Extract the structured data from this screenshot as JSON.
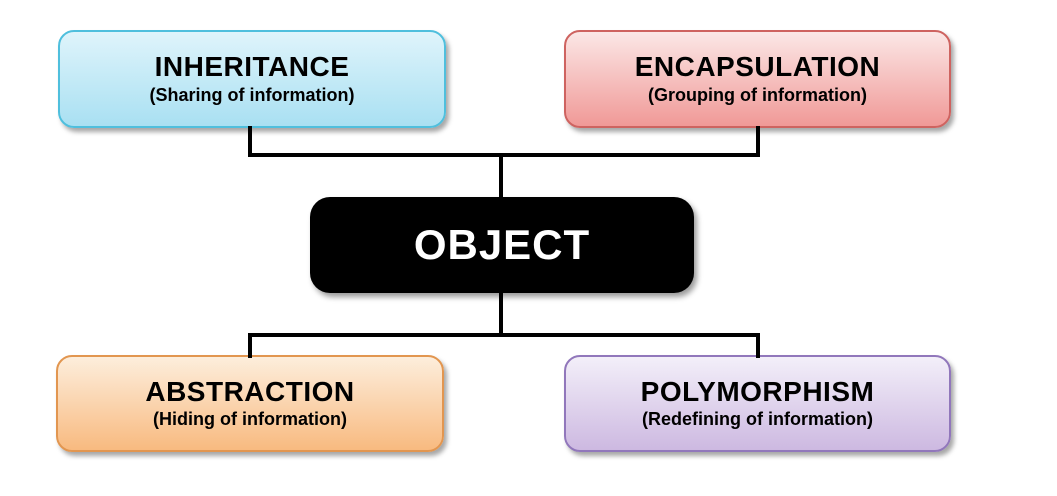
{
  "diagram": {
    "center_node": {
      "label": "OBJECT",
      "bg": "#000000",
      "text_color": "#ffffff"
    },
    "nodes": [
      {
        "id": "inheritance",
        "label": "INHERITANCE",
        "sublabel": "(Sharing of information)",
        "fill_top": "#DFF4FB",
        "fill_bottom": "#A9E0F2",
        "border": "#4FBFDD",
        "position": "top-left"
      },
      {
        "id": "encapsulation",
        "label": "ENCAPSULATION",
        "sublabel": "(Grouping of information)",
        "fill_top": "#FBE7E6",
        "fill_bottom": "#F09997",
        "border": "#CE6360",
        "position": "top-right"
      },
      {
        "id": "abstraction",
        "label": "ABSTRACTION",
        "sublabel": "(Hiding of information)",
        "fill_top": "#FDEEDC",
        "fill_bottom": "#F8BA80",
        "border": "#E29650",
        "position": "bottom-left"
      },
      {
        "id": "polymorphism",
        "label": "POLYMORPHISM",
        "sublabel": "(Redefining of information)",
        "fill_top": "#F3EFF9",
        "fill_bottom": "#CDB9E1",
        "border": "#9177BB",
        "position": "bottom-right"
      }
    ],
    "connector_color": "#000000"
  }
}
